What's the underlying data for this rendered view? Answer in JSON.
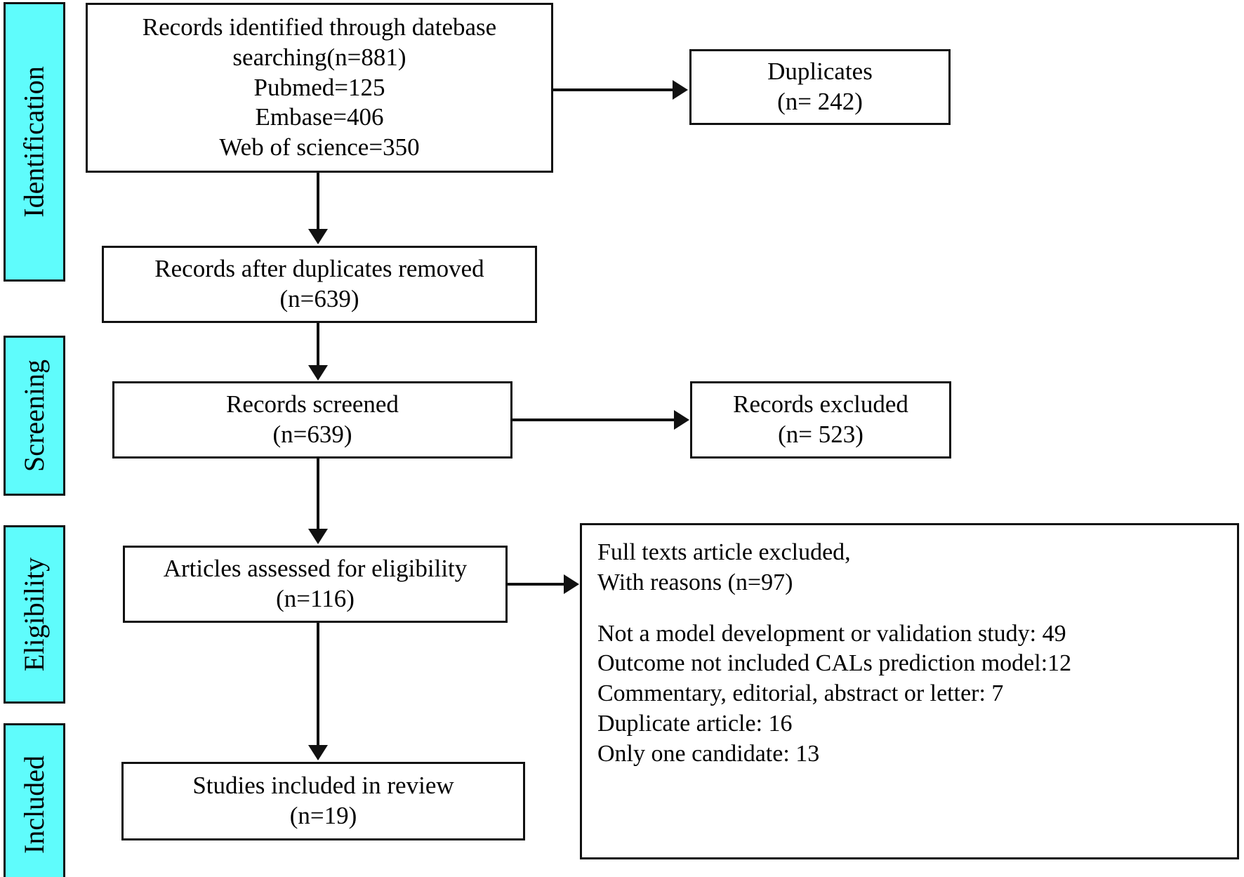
{
  "diagram": {
    "type": "prisma-flow-diagram",
    "accent_color": "#5FFCFC",
    "line_color": "#111111",
    "background_color": "#ffffff"
  },
  "stages": [
    {
      "id": "identification",
      "label": "Identification"
    },
    {
      "id": "screening",
      "label": "Screening"
    },
    {
      "id": "eligibility",
      "label": "Eligibility"
    },
    {
      "id": "included",
      "label": "Included"
    }
  ],
  "boxes": {
    "identified": {
      "lines": [
        "Records identified through datebase",
        "searching(n=881)",
        "Pubmed=125",
        "Embase=406",
        "Web of science=350"
      ]
    },
    "duplicates": {
      "lines": [
        "Duplicates",
        "(n= 242)"
      ]
    },
    "after_duplicates": {
      "lines": [
        "Records after duplicates removed",
        "(n=639)"
      ]
    },
    "screened": {
      "lines": [
        "Records screened",
        "(n=639)"
      ]
    },
    "records_excluded": {
      "lines": [
        "Records excluded",
        "(n= 523)"
      ]
    },
    "eligibility_assessed": {
      "lines": [
        "Articles assessed for eligibility",
        "(n=116)"
      ]
    },
    "fulltext_excluded": {
      "lines": [
        "Full texts article excluded,",
        "With reasons (n=97)",
        "",
        "Not a model development or validation study: 49",
        "Outcome not included CALs prediction model:12",
        "Commentary, editorial, abstract or letter: 7",
        "Duplicate article: 16",
        "Only one candidate: 13"
      ]
    },
    "included_studies": {
      "lines": [
        "Studies included in review",
        "(n=19)"
      ]
    }
  },
  "counts": {
    "records_identified_total": 881,
    "pubmed": 125,
    "embase": 406,
    "web_of_science": 350,
    "duplicates": 242,
    "after_duplicates_removed": 639,
    "records_screened": 639,
    "records_excluded": 523,
    "articles_assessed": 116,
    "fulltext_excluded": 97,
    "reason_not_model_study": 49,
    "reason_outcome_not_cals": 12,
    "reason_commentary": 7,
    "reason_duplicate_article": 16,
    "reason_only_one_candidate": 13,
    "studies_included": 19
  }
}
